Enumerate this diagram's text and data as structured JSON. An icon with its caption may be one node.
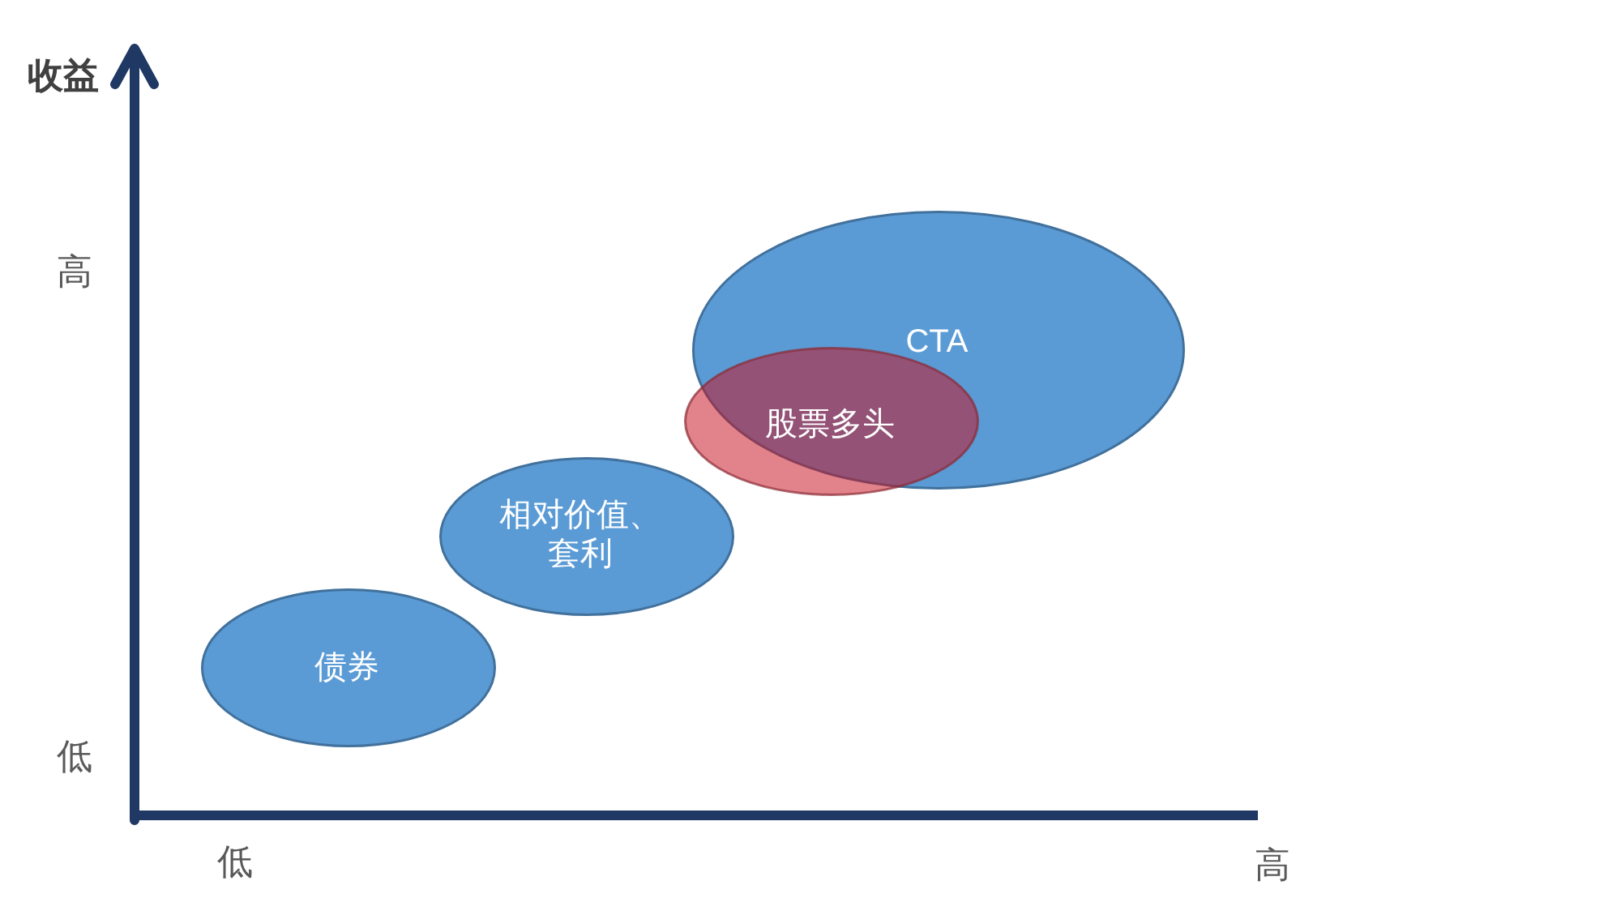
{
  "diagram": {
    "nodes": [
      {
        "text": [
          "CTA"
        ]
      },
      {
        "text": [
          "股票多头"
        ]
      },
      {
        "text": [
          "相对价值、套利"
        ]
      },
      {
        "text": [
          "债券"
        ]
      }
    ],
    "labels": [
      "收益",
      "高",
      "低",
      "低",
      "高"
    ]
  }
}
